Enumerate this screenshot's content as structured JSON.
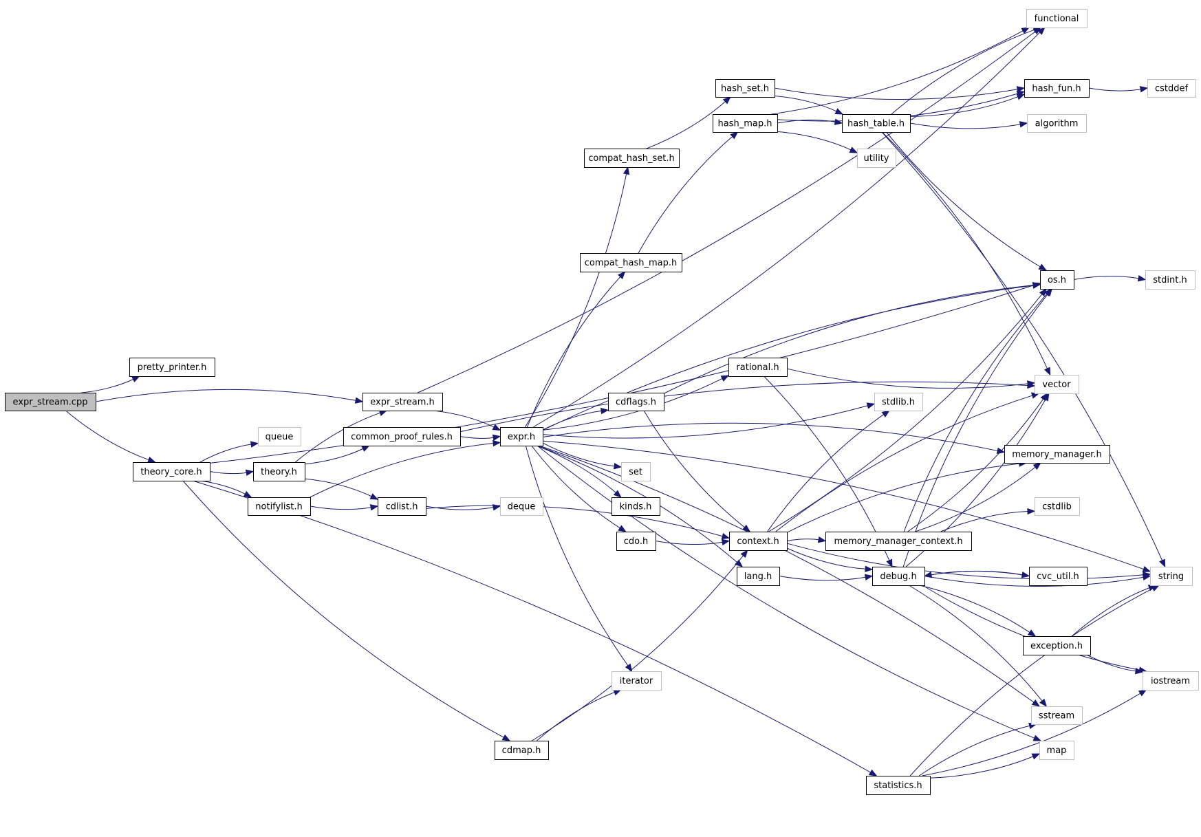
{
  "diagram": {
    "title": "expr_stream.cpp include dependency graph",
    "edge_color": "#191970",
    "root_fill": "#bfbfbf",
    "external_border": "#bfbfbf",
    "nodes": [
      {
        "id": "expr_stream_cpp",
        "label": "expr_stream.cpp",
        "kind": "root"
      },
      {
        "id": "pretty_printer_h",
        "label": "pretty_printer.h",
        "kind": "file"
      },
      {
        "id": "expr_stream_h",
        "label": "expr_stream.h",
        "kind": "file"
      },
      {
        "id": "theory_core_h",
        "label": "theory_core.h",
        "kind": "file"
      },
      {
        "id": "queue",
        "label": "queue",
        "kind": "external"
      },
      {
        "id": "theory_h",
        "label": "theory.h",
        "kind": "file"
      },
      {
        "id": "common_proof_rules_h",
        "label": "common_proof_rules.h",
        "kind": "file"
      },
      {
        "id": "notifylist_h",
        "label": "notifylist.h",
        "kind": "file"
      },
      {
        "id": "cdlist_h",
        "label": "cdlist.h",
        "kind": "file"
      },
      {
        "id": "deque",
        "label": "deque",
        "kind": "external"
      },
      {
        "id": "expr_h",
        "label": "expr.h",
        "kind": "file"
      },
      {
        "id": "compat_hash_set_h",
        "label": "compat_hash_set.h",
        "kind": "file"
      },
      {
        "id": "compat_hash_map_h",
        "label": "compat_hash_map.h",
        "kind": "file"
      },
      {
        "id": "hash_set_h",
        "label": "hash_set.h",
        "kind": "file"
      },
      {
        "id": "hash_map_h",
        "label": "hash_map.h",
        "kind": "file"
      },
      {
        "id": "hash_table_h",
        "label": "hash_table.h",
        "kind": "file"
      },
      {
        "id": "hash_fun_h",
        "label": "hash_fun.h",
        "kind": "file"
      },
      {
        "id": "functional",
        "label": "functional",
        "kind": "external"
      },
      {
        "id": "cstddef",
        "label": "cstddef",
        "kind": "external"
      },
      {
        "id": "algorithm",
        "label": "algorithm",
        "kind": "external"
      },
      {
        "id": "utility",
        "label": "utility",
        "kind": "external"
      },
      {
        "id": "os_h",
        "label": "os.h",
        "kind": "file"
      },
      {
        "id": "stdint_h",
        "label": "stdint.h",
        "kind": "external"
      },
      {
        "id": "rational_h",
        "label": "rational.h",
        "kind": "file"
      },
      {
        "id": "cdflags_h",
        "label": "cdflags.h",
        "kind": "file"
      },
      {
        "id": "stdlib_h",
        "label": "stdlib.h",
        "kind": "external"
      },
      {
        "id": "vector",
        "label": "vector",
        "kind": "external"
      },
      {
        "id": "set",
        "label": "set",
        "kind": "external"
      },
      {
        "id": "memory_manager_h",
        "label": "memory_manager.h",
        "kind": "file"
      },
      {
        "id": "kinds_h",
        "label": "kinds.h",
        "kind": "file"
      },
      {
        "id": "cstdlib",
        "label": "cstdlib",
        "kind": "external"
      },
      {
        "id": "cdo_h",
        "label": "cdo.h",
        "kind": "file"
      },
      {
        "id": "context_h",
        "label": "context.h",
        "kind": "file"
      },
      {
        "id": "memory_manager_context_h",
        "label": "memory_manager_context.h",
        "kind": "file"
      },
      {
        "id": "lang_h",
        "label": "lang.h",
        "kind": "file"
      },
      {
        "id": "debug_h",
        "label": "debug.h",
        "kind": "file"
      },
      {
        "id": "cvc_util_h",
        "label": "cvc_util.h",
        "kind": "file"
      },
      {
        "id": "string",
        "label": "string",
        "kind": "external"
      },
      {
        "id": "exception_h",
        "label": "exception.h",
        "kind": "file"
      },
      {
        "id": "iostream",
        "label": "iostream",
        "kind": "external"
      },
      {
        "id": "iterator",
        "label": "iterator",
        "kind": "external"
      },
      {
        "id": "sstream",
        "label": "sstream",
        "kind": "external"
      },
      {
        "id": "cdmap_h",
        "label": "cdmap.h",
        "kind": "file"
      },
      {
        "id": "map",
        "label": "map",
        "kind": "external"
      },
      {
        "id": "statistics_h",
        "label": "statistics.h",
        "kind": "file"
      }
    ],
    "edges": [
      [
        "expr_stream_cpp",
        "pretty_printer_h"
      ],
      [
        "expr_stream_cpp",
        "expr_stream_h"
      ],
      [
        "expr_stream_cpp",
        "theory_core_h"
      ],
      [
        "expr_stream_h",
        "expr_h"
      ],
      [
        "expr_stream_h",
        "functional"
      ],
      [
        "theory_core_h",
        "queue"
      ],
      [
        "theory_core_h",
        "theory_h"
      ],
      [
        "theory_core_h",
        "notifylist_h"
      ],
      [
        "theory_core_h",
        "cdmap_h"
      ],
      [
        "theory_core_h",
        "statistics_h"
      ],
      [
        "theory_core_h",
        "os_h"
      ],
      [
        "theory_h",
        "expr_stream_h"
      ],
      [
        "theory_h",
        "common_proof_rules_h"
      ],
      [
        "theory_h",
        "cdlist_h"
      ],
      [
        "common_proof_rules_h",
        "expr_h"
      ],
      [
        "common_proof_rules_h",
        "vector"
      ],
      [
        "notifylist_h",
        "cdlist_h"
      ],
      [
        "notifylist_h",
        "expr_h"
      ],
      [
        "cdlist_h",
        "deque"
      ],
      [
        "cdlist_h",
        "context_h"
      ],
      [
        "expr_h",
        "compat_hash_set_h"
      ],
      [
        "expr_h",
        "compat_hash_map_h"
      ],
      [
        "expr_h",
        "functional"
      ],
      [
        "expr_h",
        "os_h"
      ],
      [
        "expr_h",
        "rational_h"
      ],
      [
        "expr_h",
        "cdflags_h"
      ],
      [
        "expr_h",
        "stdlib_h"
      ],
      [
        "expr_h",
        "memory_manager_h"
      ],
      [
        "expr_h",
        "set"
      ],
      [
        "expr_h",
        "kinds_h"
      ],
      [
        "expr_h",
        "cdo_h"
      ],
      [
        "expr_h",
        "lang_h"
      ],
      [
        "expr_h",
        "iterator"
      ],
      [
        "expr_h",
        "sstream"
      ],
      [
        "expr_h",
        "map"
      ],
      [
        "expr_h",
        "string"
      ],
      [
        "compat_hash_set_h",
        "hash_set_h"
      ],
      [
        "compat_hash_map_h",
        "hash_map_h"
      ],
      [
        "hash_set_h",
        "hash_fun_h"
      ],
      [
        "hash_set_h",
        "hash_table_h"
      ],
      [
        "hash_map_h",
        "hash_fun_h"
      ],
      [
        "hash_map_h",
        "hash_table_h"
      ],
      [
        "hash_map_h",
        "functional"
      ],
      [
        "hash_map_h",
        "utility"
      ],
      [
        "hash_table_h",
        "hash_fun_h"
      ],
      [
        "hash_table_h",
        "functional"
      ],
      [
        "hash_table_h",
        "algorithm"
      ],
      [
        "hash_table_h",
        "vector"
      ],
      [
        "hash_table_h",
        "os_h"
      ],
      [
        "hash_table_h",
        "string"
      ],
      [
        "hash_fun_h",
        "cstddef"
      ],
      [
        "os_h",
        "stdint_h"
      ],
      [
        "rational_h",
        "vector"
      ],
      [
        "rational_h",
        "debug_h"
      ],
      [
        "cdflags_h",
        "context_h"
      ],
      [
        "cdflags_h",
        "os_h"
      ],
      [
        "cdo_h",
        "context_h"
      ],
      [
        "context_h",
        "memory_manager_context_h"
      ],
      [
        "context_h",
        "debug_h"
      ],
      [
        "context_h",
        "vector"
      ],
      [
        "context_h",
        "os_h"
      ],
      [
        "context_h",
        "stdlib_h"
      ],
      [
        "context_h",
        "string"
      ],
      [
        "context_h",
        "memory_manager_h"
      ],
      [
        "memory_manager_context_h",
        "memory_manager_h"
      ],
      [
        "memory_manager_context_h",
        "cstdlib"
      ],
      [
        "memory_manager_context_h",
        "vector"
      ],
      [
        "memory_manager_context_h",
        "os_h"
      ],
      [
        "lang_h",
        "debug_h"
      ],
      [
        "debug_h",
        "cvc_util_h"
      ],
      [
        "debug_h",
        "string"
      ],
      [
        "debug_h",
        "exception_h"
      ],
      [
        "debug_h",
        "iostream"
      ],
      [
        "debug_h",
        "sstream"
      ],
      [
        "debug_h",
        "vector"
      ],
      [
        "debug_h",
        "os_h"
      ],
      [
        "cvc_util_h",
        "debug_h"
      ],
      [
        "exception_h",
        "string"
      ],
      [
        "exception_h",
        "iostream"
      ],
      [
        "cdmap_h",
        "iterator"
      ],
      [
        "cdmap_h",
        "context_h"
      ],
      [
        "statistics_h",
        "sstream"
      ],
      [
        "statistics_h",
        "map"
      ],
      [
        "statistics_h",
        "string"
      ],
      [
        "statistics_h",
        "iostream"
      ]
    ]
  }
}
